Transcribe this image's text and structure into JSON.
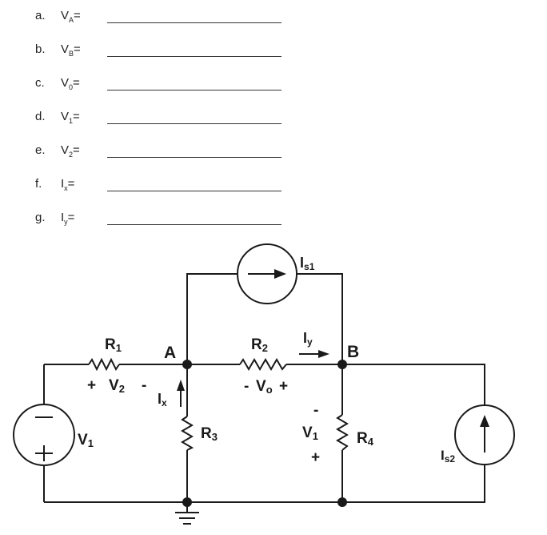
{
  "questions": [
    {
      "letter": "a.",
      "label": "VA=",
      "main": "V",
      "sub": "A"
    },
    {
      "letter": "b.",
      "label": "VB=",
      "main": "V",
      "sub": "B"
    },
    {
      "letter": "c.",
      "label": "V0=",
      "main": "V",
      "sub": "0"
    },
    {
      "letter": "d.",
      "label": "V1=",
      "main": "V",
      "sub": "1"
    },
    {
      "letter": "e.",
      "label": "V2=",
      "main": "V",
      "sub": "2"
    },
    {
      "letter": "f.",
      "label": "Ix=",
      "main": "I",
      "sub": "x"
    },
    {
      "letter": "g.",
      "label": "Iy=",
      "main": "I",
      "sub": "y"
    }
  ],
  "circuit": {
    "node_a": "A",
    "node_b": "B",
    "r1": {
      "main": "R",
      "sub": "1"
    },
    "r2": {
      "main": "R",
      "sub": "2"
    },
    "r3": {
      "main": "R",
      "sub": "3"
    },
    "r4": {
      "main": "R",
      "sub": "4"
    },
    "v1_source": {
      "main": "V",
      "sub": "1"
    },
    "is1": {
      "main": "I",
      "sub": "s1"
    },
    "is2": {
      "main": "I",
      "sub": "s2"
    },
    "ix": {
      "main": "I",
      "sub": "x"
    },
    "iy": {
      "main": "I",
      "sub": "y"
    },
    "v2_plus": "+",
    "v2_main": "V",
    "v2_sub": "2",
    "v2_minus": "-",
    "vo_minus": "-",
    "vo_main": "V",
    "vo_sub": "o",
    "vo_plus": "+",
    "v1_drop_minus": "-",
    "v1_drop_main": "V",
    "v1_drop_sub": "1",
    "v1_drop_plus": "+"
  }
}
